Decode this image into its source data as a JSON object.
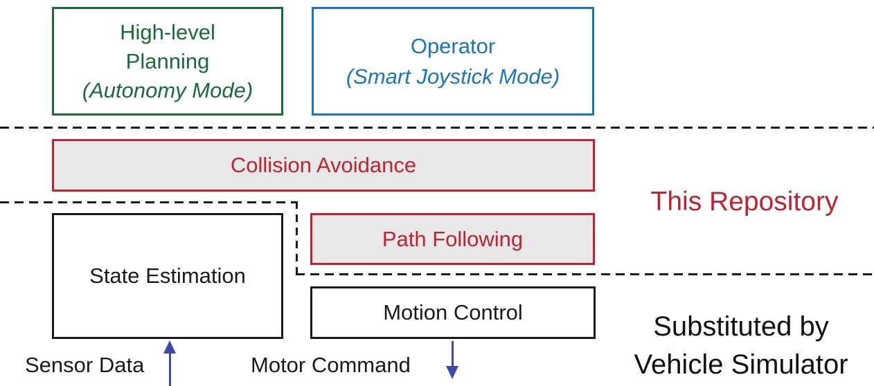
{
  "colors": {
    "green": "#176b3b",
    "blue": "#1b75bc",
    "red": "#be2333",
    "arrow": "#3f49ac",
    "gray": "#e9e8e8",
    "ink": "#1a1a1a"
  },
  "boxes": {
    "planning": {
      "line1": "High-level",
      "line2": "Planning",
      "line3": "(Autonomy Mode)"
    },
    "operator": {
      "line1": "Operator",
      "line2": "(Smart Joystick Mode)"
    },
    "collision_avoidance": {
      "label": "Collision Avoidance"
    },
    "path_following": {
      "label": "Path Following"
    },
    "state_estimation": {
      "label": "State Estimation"
    },
    "motion_control": {
      "label": "Motion Control"
    }
  },
  "annotations": {
    "repository": "This Repository",
    "substituted_line1": "Substituted by",
    "substituted_line2": "Vehicle Simulator"
  },
  "io_labels": {
    "sensor_data": "Sensor Data",
    "motor_command": "Motor Command"
  }
}
